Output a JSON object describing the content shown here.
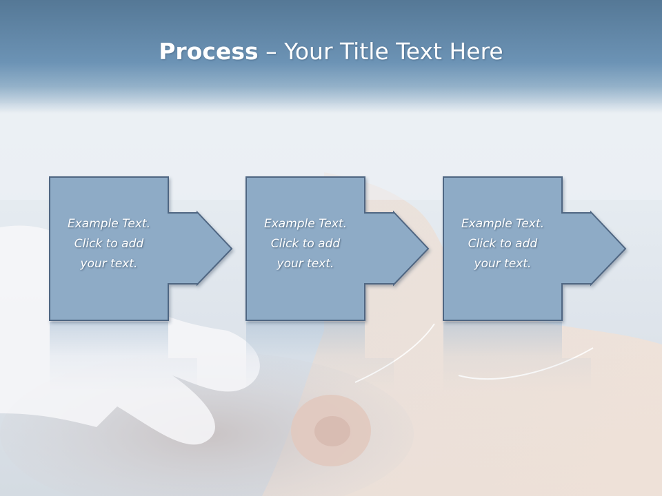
{
  "slide": {
    "title_bold": "Process",
    "title_rest": " – Your Title Text Here"
  },
  "steps": [
    {
      "line1": "Example Text.",
      "line2": "Click  to add",
      "line3": "your text."
    },
    {
      "line1": "Example Text.",
      "line2": "Click  to add",
      "line3": "your text."
    },
    {
      "line1": "Example Text.",
      "line2": "Click  to add",
      "line3": "your text."
    }
  ],
  "colors": {
    "title_band": "#6c93b5",
    "shape_fill": "#8eabc6",
    "shape_border": "#4f6682",
    "text": "#ffffff"
  },
  "icons": {
    "background": "spa-treatment-photo",
    "step_shape": "arrow-callout-right"
  }
}
